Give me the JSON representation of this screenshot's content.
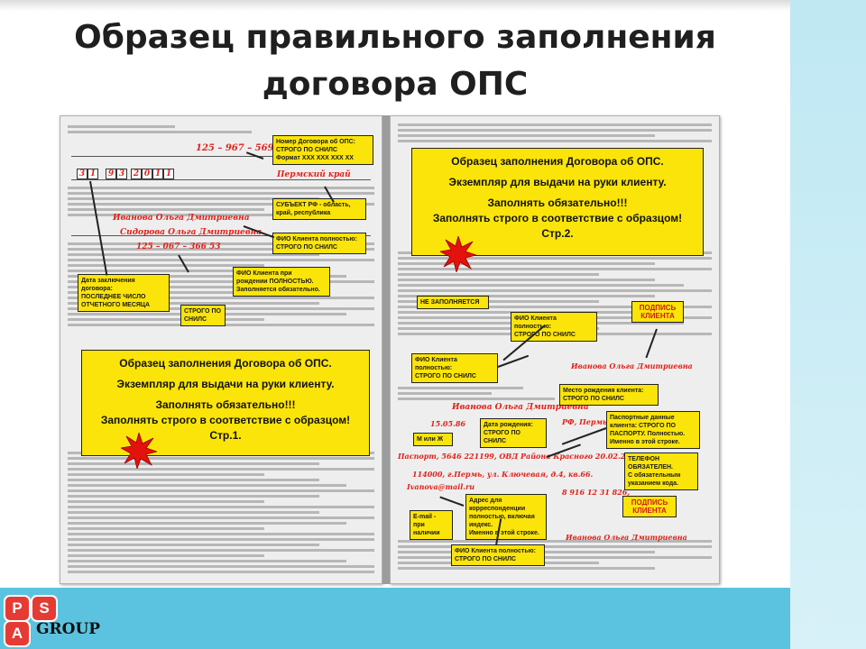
{
  "title": {
    "line1": "Образец правильного заполнения",
    "line2": "договора ОПС"
  },
  "left_page": {
    "contract_number_hw": "125 – 967 – 569 53",
    "region_hw": "Пермский край",
    "name_hw_1": "Иванова Ольга Дмитриевна",
    "name_hw_2": "Сидорова Ольга Дмитриевна",
    "snils_hw": "125 – 067 – 366 53",
    "date_digits": [
      "3",
      "1",
      "9",
      "3",
      "2",
      "0",
      "1",
      "1"
    ],
    "callouts": {
      "contract_number": [
        "Номер Договора об ОПС:",
        "СТРОГО ПО СНИЛС",
        "Формат ХХХ ХХХ ХХХ ХХ"
      ],
      "region": [
        "СУБЪЕКТ РФ - область,",
        "край, республика"
      ],
      "client_name": [
        "ФИО Клиента полностью:",
        "СТРОГО ПО СНИЛС"
      ],
      "birth_name": [
        "ФИО Клиента при",
        "рождении ПОЛНОСТЬЮ.",
        "Заполняется обязательно."
      ],
      "date": [
        "Дата заключения",
        "договора:",
        "ПОСЛЕДНЕЕ ЧИСЛО",
        "ОТЧЕТНОГО МЕСЯЦА"
      ],
      "snils": [
        "СТРОГО ПО",
        "СНИЛС"
      ]
    },
    "sample_box": {
      "line1": "Образец заполнения Договора об ОПС.",
      "line2": "Экземпляр для выдачи на руки клиенту.",
      "line3": "Заполнять обязательно!!!",
      "line4": "Заполнять строго в соответствие с образцом!",
      "line5": "Стр.1."
    }
  },
  "right_page": {
    "name_hw_1": "Иванова Ольга Дмитриевна",
    "name_hw_2": "Иванова Ольга Дмитриевна",
    "city_hw": "РФ, Пермь",
    "passport_hw": "Паспорт, 5646 221199, ОВД Района Красного 20.02.2001 г.",
    "address_hw": "114000, г.Пермь, ул. Ключевая, д.4, кв.66.",
    "email_hw": "Ivanova@mail.ru",
    "phone_hw": "8 916 12 31 826,",
    "date_hw": "15.05.86",
    "sign_name_hw": "Иванова Ольга Дмитриевна",
    "callouts": {
      "not_filled": [
        "НЕ ЗАПОЛНЯЕТСЯ"
      ],
      "client_name_full": [
        "ФИО Клиента полностью:",
        "СТРОГО ПО СНИЛС"
      ],
      "signature_1": [
        "ПОДПИСЬ",
        "КЛИЕНТА"
      ],
      "client_name_snils": [
        "ФИО Клиента полностью:",
        "СТРОГО ПО СНИЛС"
      ],
      "birthplace": [
        "Место рождения клиента:",
        "СТРОГО ПО СНИЛС"
      ],
      "birthdate": [
        "Дата рождения:",
        "СТРОГО ПО",
        "СНИЛС"
      ],
      "gender": [
        "М или Ж"
      ],
      "passport": [
        "Паспортные данные",
        "клиента: СТРОГО ПО",
        "ПАСПОРТУ. Полностью.",
        "Именно в этой строке."
      ],
      "phone": [
        "ТЕЛЕФОН",
        "ОБЯЗАТЕЛЕН.",
        "С обязательным",
        "указанием кода."
      ],
      "address": [
        "Адрес для",
        "корреспонденции",
        "полностью, включая",
        "индекс.",
        "Именно в этой строке."
      ],
      "email": [
        "E-mail - при",
        "наличии"
      ],
      "signature_2": [
        "ПОДПИСЬ",
        "КЛИЕНТА"
      ],
      "client_name_bottom": [
        "ФИО Клиента полностью:",
        "СТРОГО ПО СНИЛС"
      ]
    },
    "sample_box": {
      "line1": "Образец заполнения Договора об ОПС.",
      "line2": "Экземпляр для выдачи на руки клиенту.",
      "line3": "Заполнять обязательно!!!",
      "line4": "Заполнять строго в соответствие с образцом!",
      "line5": "Стр.2."
    }
  },
  "logo": {
    "letters": [
      "P",
      "S",
      "A"
    ],
    "text": "GROUP"
  },
  "colors": {
    "highlight_yellow": "#fbe40a",
    "handwriting_red": "#e0221a",
    "footer_blue": "#5bc3df",
    "strip_blue": "#bfe8f3",
    "logo_red": "#e53b34"
  }
}
